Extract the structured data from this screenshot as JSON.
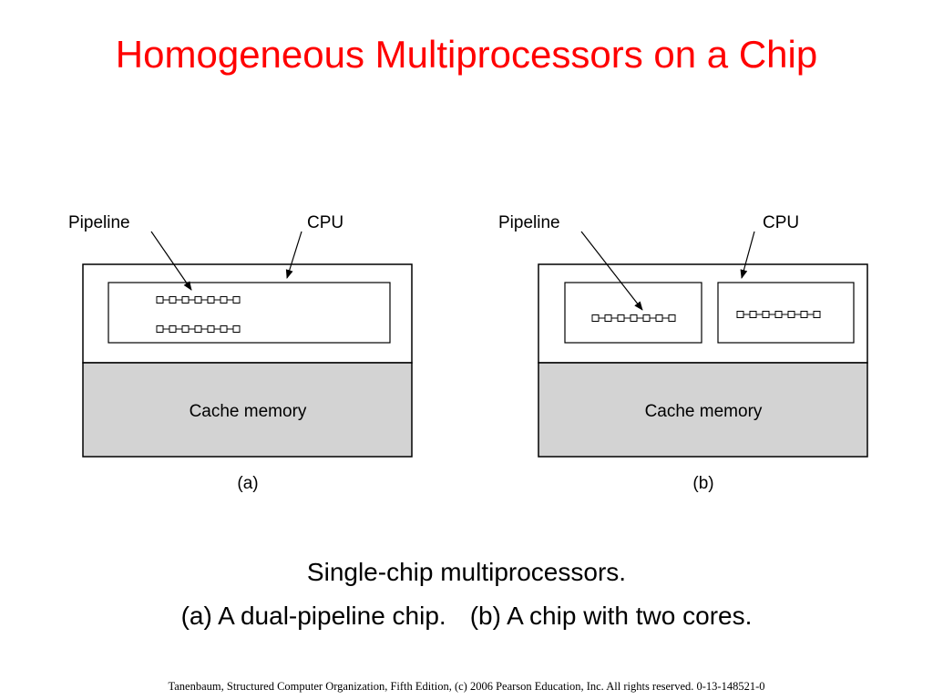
{
  "title": "Homogeneous Multiprocessors on a Chip",
  "diagram_a": {
    "pipeline_label": "Pipeline",
    "cpu_label": "CPU",
    "cache_label": "Cache memory",
    "sub_label": "(a)"
  },
  "diagram_b": {
    "pipeline_label": "Pipeline",
    "cpu_label": "CPU",
    "cache_label": "Cache memory",
    "sub_label": "(b)"
  },
  "caption": {
    "line1": "Single-chip multiprocessors.",
    "line2_a": "(a) A dual-pipeline chip.",
    "line2_b": "(b) A chip with two cores."
  },
  "footer": "Tanenbaum, Structured Computer Organization, Fifth Edition, (c) 2006 Pearson Education, Inc. All rights reserved. 0-13-148521-0",
  "colors": {
    "title": "#ff0000",
    "cache_fill": "#d3d3d3"
  }
}
